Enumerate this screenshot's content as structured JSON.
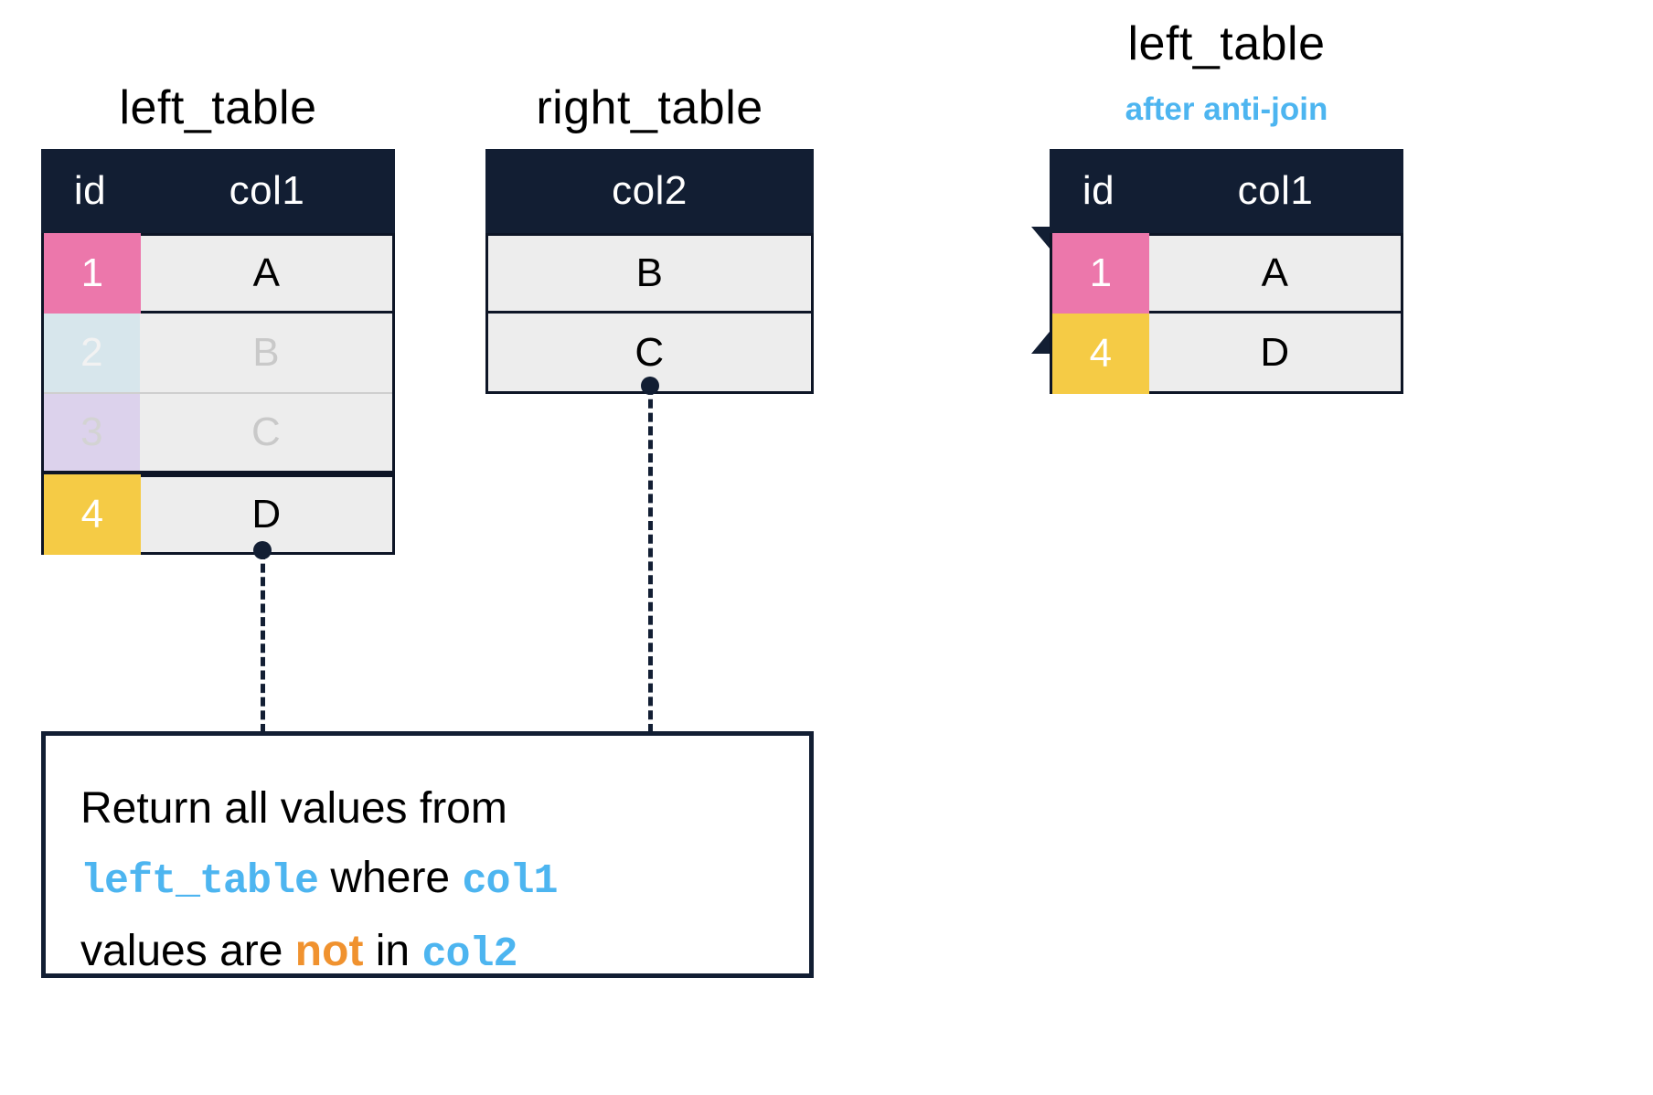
{
  "colors": {
    "header_navy": "#121E33",
    "outline_navy": "#0D1526",
    "cell_grey": "#EDEDED",
    "pink": "#EC77AB",
    "yellow": "#F5CB45",
    "faded_blue": "#D7E6EC",
    "faded_lavender": "#DCD2EC",
    "accent_blue": "#4DB5F0",
    "accent_orange": "#F0922F",
    "muted_text": "#C9C9C9"
  },
  "left_table": {
    "title": "left_table",
    "columns": [
      "id",
      "col1"
    ],
    "rows": [
      {
        "id": "1",
        "col1": "A",
        "state": "active",
        "id_bg": "#EC77AB"
      },
      {
        "id": "2",
        "col1": "B",
        "state": "dimmed",
        "id_bg": "#D7E6EC"
      },
      {
        "id": "3",
        "col1": "C",
        "state": "dimmed",
        "id_bg": "#DCD2EC"
      },
      {
        "id": "4",
        "col1": "D",
        "state": "active",
        "id_bg": "#F5CB45"
      }
    ]
  },
  "right_table": {
    "title": "right_table",
    "columns": [
      "col2"
    ],
    "rows": [
      {
        "col2": "B"
      },
      {
        "col2": "C"
      }
    ]
  },
  "result_table": {
    "title": "left_table",
    "subtitle": "after anti-join",
    "columns": [
      "id",
      "col1"
    ],
    "rows": [
      {
        "id": "1",
        "col1": "A",
        "id_bg": "#EC77AB"
      },
      {
        "id": "4",
        "col1": "D",
        "id_bg": "#F5CB45"
      }
    ]
  },
  "arrow": {
    "icon": "chevron-right-icon"
  },
  "caption": {
    "line1_prefix": "Return all values from",
    "line2_code1": "left_table",
    "line2_mid": " where ",
    "line2_code2": "col1",
    "line3_prefix": "values are ",
    "line3_negation": "not",
    "line3_mid": " in ",
    "line3_code": "col2",
    "full_text": "Return all values from left_table where col1 values are not in col2"
  },
  "connectors": [
    {
      "name": "left-table-connector",
      "from": "left_table.row4.col1",
      "to": "caption-box"
    },
    {
      "name": "right-table-connector",
      "from": "right_table.row2.col2",
      "to": "caption-box"
    }
  ]
}
